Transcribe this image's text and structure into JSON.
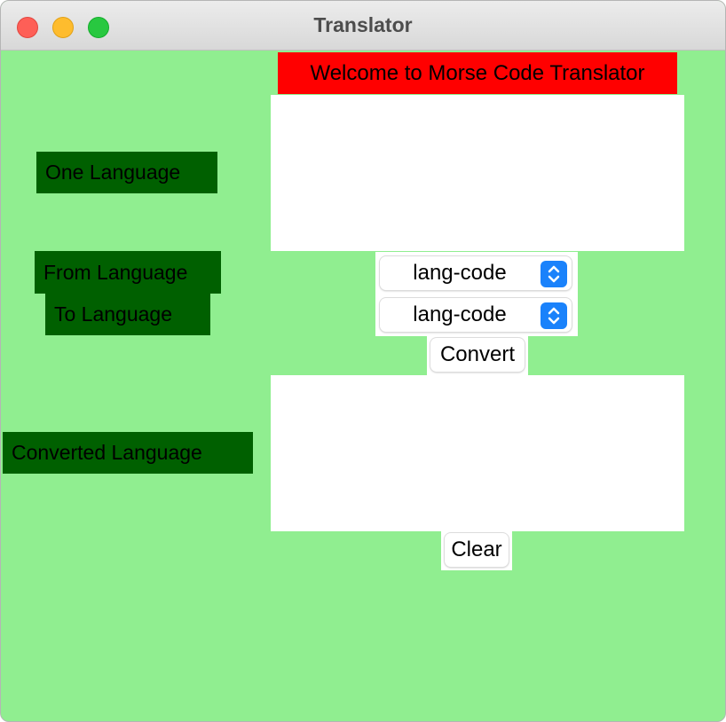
{
  "window": {
    "title": "Translator",
    "traffic_lights": [
      "close",
      "minimize",
      "zoom"
    ]
  },
  "header": {
    "welcome_text": "Welcome to Morse Code Translator"
  },
  "labels": {
    "one_language": "One Language",
    "from_language": "From Language",
    "to_language": "To Language",
    "converted_language": "Converted Language"
  },
  "inputs": {
    "source_text": "",
    "converted_text": ""
  },
  "selects": {
    "from_value": "lang-code",
    "to_value": "lang-code"
  },
  "buttons": {
    "convert": "Convert",
    "clear": "Clear"
  },
  "colors": {
    "background": "#90ee90",
    "label_bg": "#006000",
    "welcome_bg": "#ff0000",
    "select_accent": "#1a82fb"
  }
}
